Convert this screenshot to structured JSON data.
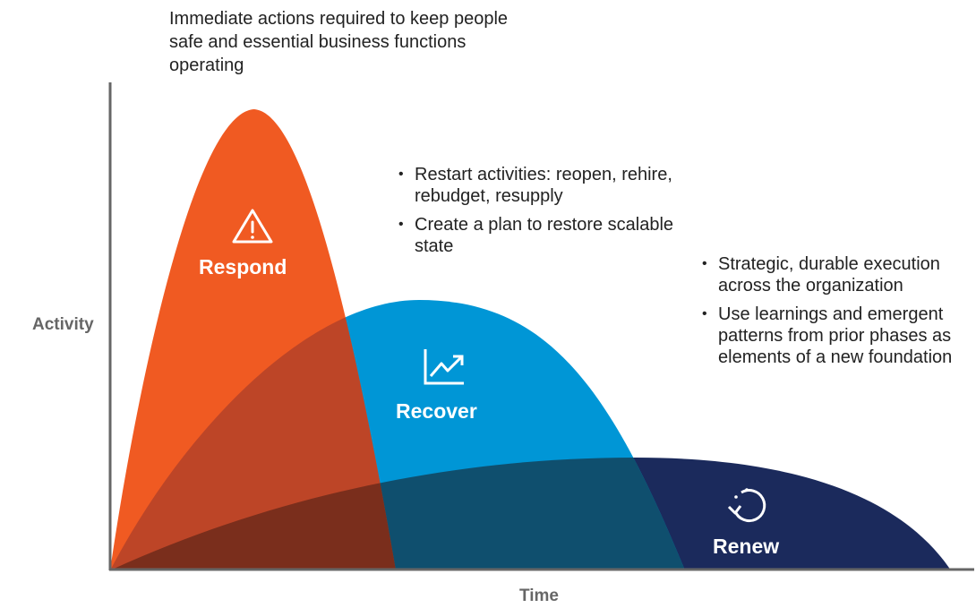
{
  "header_note": "Immediate actions required to keep people safe and essential business functions operating",
  "axes": {
    "y_label": "Activity",
    "x_label": "Time"
  },
  "phases": [
    {
      "name": "Respond",
      "color": "#F05A22",
      "icon": "warning-triangle-icon"
    },
    {
      "name": "Recover",
      "color": "#0096D6",
      "icon": "trend-up-chart-icon"
    },
    {
      "name": "Renew",
      "color": "#1B2A5C",
      "icon": "refresh-circle-icon"
    }
  ],
  "overlap_colors": {
    "respond_recover": "#BD4527",
    "respond_recover_renew": "#7A2E1C",
    "recover_renew": "#0F4F6E"
  },
  "recover_notes": [
    "Restart activities: reopen, rehire, rebudget, resupply",
    "Create a plan to restore scalable state"
  ],
  "renew_notes": [
    "Strategic, durable execution across the organization",
    "Use learnings and emergent patterns from prior phases as elements of a new foundation"
  ]
}
